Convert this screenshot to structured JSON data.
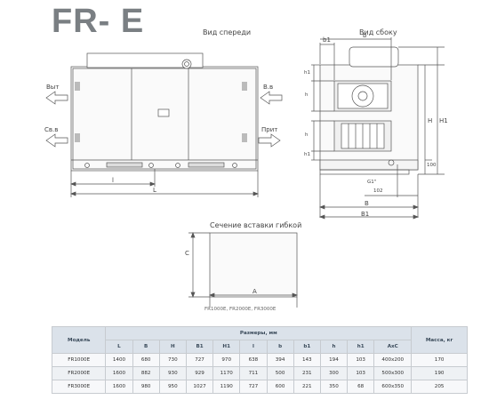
{
  "title": "FR- E",
  "labels": {
    "front_view": "Вид спереди",
    "side_view": "Вид сбоку",
    "flex_section": "Сечение вставки гибкой",
    "models_caption": "FR1000E, FR2000E, FR3000E",
    "arrow_vyt": "Выт",
    "arrow_sv": "Св.в",
    "arrow_vv": "В.в",
    "arrow_prit": "Прит",
    "dim_l": "l",
    "dim_L": "L",
    "dim_b1": "b1",
    "dim_b": "b",
    "dim_B": "B",
    "dim_B1": "B1",
    "dim_h1_top": "h1",
    "dim_h_top": "h",
    "dim_h_bot": "h",
    "dim_h1_bot": "h1",
    "dim_H1": "H1",
    "dim_H": "H",
    "dim_100": "100",
    "dim_102": "102",
    "dim_G1": "G1\"",
    "dim_C": "C",
    "dim_A": "A"
  },
  "table": {
    "col_model": "Модель",
    "group_sizes": "Размеры, мм",
    "col_mass": "Масса, кг",
    "columns": [
      "L",
      "B",
      "H",
      "B1",
      "H1",
      "l",
      "b",
      "b1",
      "h",
      "h1",
      "AxC"
    ],
    "rows": [
      [
        "FR1000E",
        "1400",
        "680",
        "730",
        "727",
        "970",
        "638",
        "394",
        "143",
        "194",
        "103",
        "400x200",
        "170"
      ],
      [
        "FR2000E",
        "1600",
        "882",
        "930",
        "929",
        "1170",
        "711",
        "500",
        "231",
        "300",
        "103",
        "500x300",
        "190"
      ],
      [
        "FR3000E",
        "1600",
        "980",
        "950",
        "1027",
        "1190",
        "727",
        "600",
        "221",
        "350",
        "68",
        "600x350",
        "205"
      ]
    ]
  }
}
